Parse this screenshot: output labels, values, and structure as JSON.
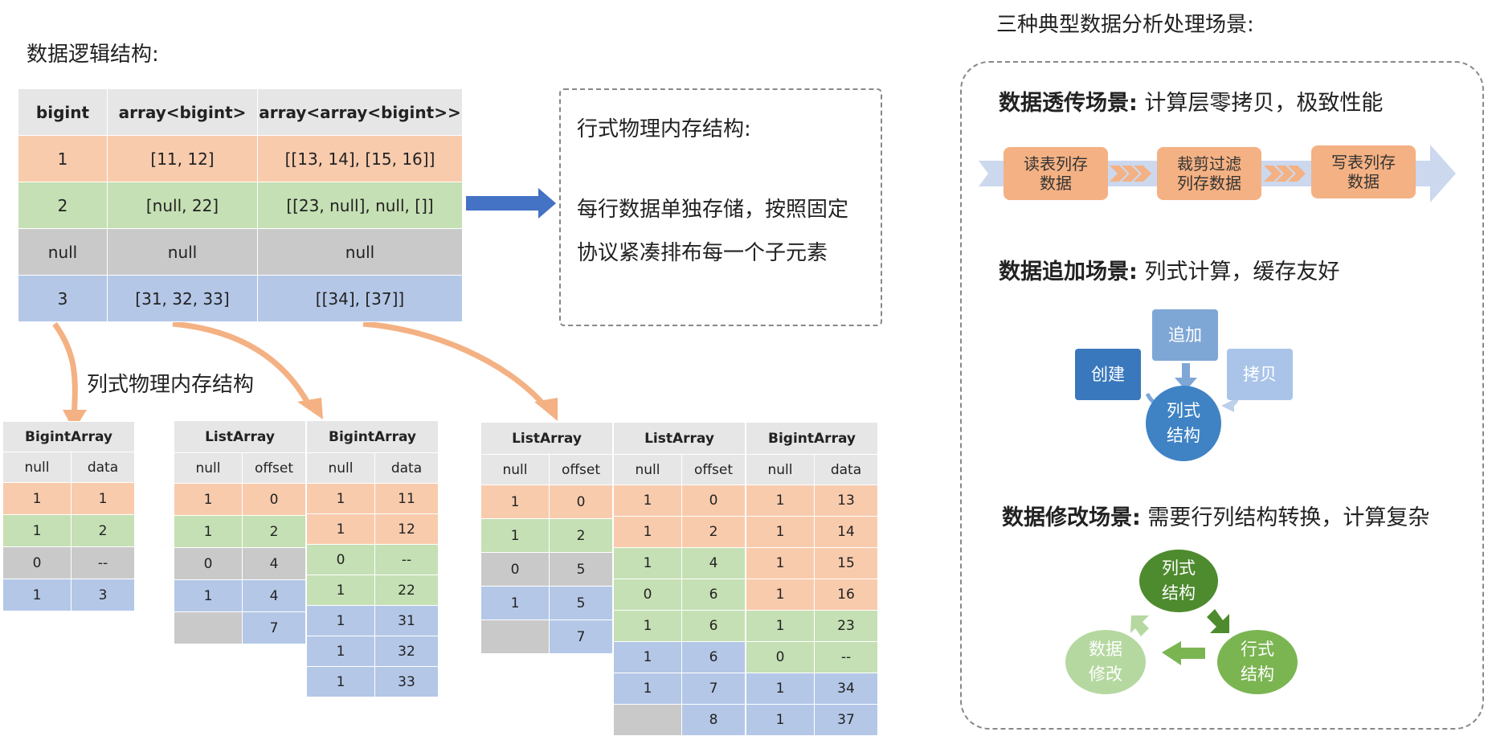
{
  "logical": {
    "title": "数据逻辑结构:",
    "headers": [
      "bigint",
      "array<bigint>",
      "array<array<bigint>>"
    ],
    "rows": [
      [
        "1",
        "[11, 12]",
        "[[13, 14], [15, 16]]"
      ],
      [
        "2",
        "[null, 22]",
        "[[23, null], null, []]"
      ],
      [
        "null",
        "null",
        "null"
      ],
      [
        "3",
        "[31, 32, 33]",
        "[[34], [37]]"
      ]
    ]
  },
  "row_box": {
    "title": "行式物理内存结构:",
    "line1": "每行数据单独存储，按照固定",
    "line2": "协议紧凑排布每一个子元素"
  },
  "col_label": "列式物理内存结构",
  "col1": {
    "name": "BigintArray",
    "headers": [
      "null",
      "data"
    ],
    "rows": [
      [
        "1",
        "1"
      ],
      [
        "1",
        "2"
      ],
      [
        "0",
        "--"
      ],
      [
        "1",
        "3"
      ]
    ]
  },
  "col2": {
    "list": {
      "name": "ListArray",
      "headers": [
        "null",
        "offset"
      ],
      "rows": [
        [
          "1",
          "0"
        ],
        [
          "1",
          "2"
        ],
        [
          "0",
          "4"
        ],
        [
          "1",
          "4"
        ],
        [
          "",
          "7"
        ]
      ]
    },
    "bigint": {
      "name": "BigintArray",
      "headers": [
        "null",
        "data"
      ],
      "rows": [
        [
          "1",
          "11"
        ],
        [
          "1",
          "12"
        ],
        [
          "0",
          "--"
        ],
        [
          "1",
          "22"
        ],
        [
          "1",
          "31"
        ],
        [
          "1",
          "32"
        ],
        [
          "1",
          "33"
        ]
      ]
    }
  },
  "col3": {
    "list1": {
      "name": "ListArray",
      "headers": [
        "null",
        "offset"
      ],
      "rows": [
        [
          "1",
          "0"
        ],
        [
          "1",
          "2"
        ],
        [
          "0",
          "5"
        ],
        [
          "1",
          "5"
        ],
        [
          "",
          "7"
        ]
      ]
    },
    "list2": {
      "name": "ListArray",
      "headers": [
        "null",
        "offset"
      ],
      "rows": [
        [
          "1",
          "0"
        ],
        [
          "1",
          "2"
        ],
        [
          "1",
          "4"
        ],
        [
          "0",
          "6"
        ],
        [
          "1",
          "6"
        ],
        [
          "1",
          "6"
        ],
        [
          "1",
          "7"
        ],
        [
          "",
          "8"
        ]
      ]
    },
    "bigint": {
      "name": "BigintArray",
      "headers": [
        "null",
        "data"
      ],
      "rows": [
        [
          "1",
          "13"
        ],
        [
          "1",
          "14"
        ],
        [
          "1",
          "15"
        ],
        [
          "1",
          "16"
        ],
        [
          "1",
          "23"
        ],
        [
          "0",
          "--"
        ],
        [
          "1",
          "34"
        ],
        [
          "1",
          "37"
        ]
      ]
    }
  },
  "scenarios": {
    "title": "三种典型数据分析处理场景:",
    "s1": {
      "bold": "数据透传场景:",
      "text": " 计算层零拷贝，极致性能",
      "nodes": [
        "读表列存\n数据",
        "裁剪过滤\n列存数据",
        "写表列存\n数据"
      ]
    },
    "s2": {
      "bold": "数据追加场景:",
      "text": " 列式计算，缓存友好",
      "append": "追加",
      "create": "创建",
      "copy": "拷贝",
      "center": "列式\n结构"
    },
    "s3": {
      "bold": "数据修改场景:",
      "text": " 需要行列结构转换，计算复杂",
      "col": "列式\n结构",
      "row": "行式\n结构",
      "mod": "数据\n修改"
    }
  },
  "colors": {
    "header": "#e6e6e6",
    "orange": "#f8cbad",
    "green": "#c5e0b4",
    "gray": "#c9c9c9",
    "blue": "#b4c7e7",
    "arrow_blue": "#4472c4",
    "curve_orange": "#f4b183"
  }
}
